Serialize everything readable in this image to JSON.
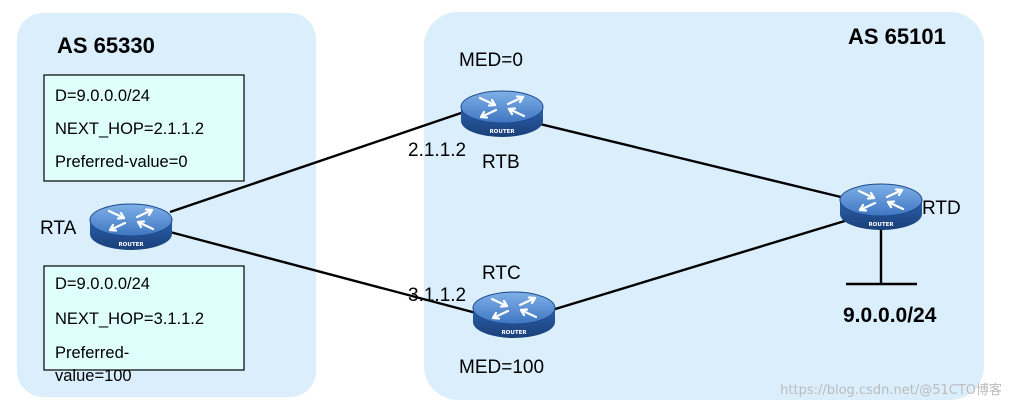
{
  "as_left": {
    "label": "AS 65330"
  },
  "as_right": {
    "label": "AS 65101"
  },
  "routers": {
    "rta": {
      "name": "RTA",
      "caption": "ROUTER"
    },
    "rtb": {
      "name": "RTB",
      "caption": "ROUTER",
      "ip": "2.1.1.2",
      "med": "MED=0"
    },
    "rtc": {
      "name": "RTC",
      "caption": "ROUTER",
      "ip": "3.1.1.2",
      "med": "MED=100"
    },
    "rtd": {
      "name": "RTD",
      "caption": "ROUTER"
    }
  },
  "route_box_top": {
    "dest": "D=9.0.0.0/24",
    "next_hop": "NEXT_HOP=2.1.1.2",
    "preferred": "Preferred-value=0"
  },
  "route_box_bottom": {
    "dest": "D=9.0.0.0/24",
    "next_hop": "NEXT_HOP=3.1.1.2",
    "preferred_line1": "Preferred-",
    "preferred_line2": "value=100"
  },
  "network": {
    "prefix": "9.0.0.0/24"
  },
  "watermark": {
    "text": "https://blog.csdn.net/@51CTO博客"
  },
  "colors": {
    "as_fill": "#daeefc",
    "box_fill": "#dffffd",
    "router_body": "#2a5fa8",
    "router_top": "#5b93d6",
    "link": "#000000"
  }
}
